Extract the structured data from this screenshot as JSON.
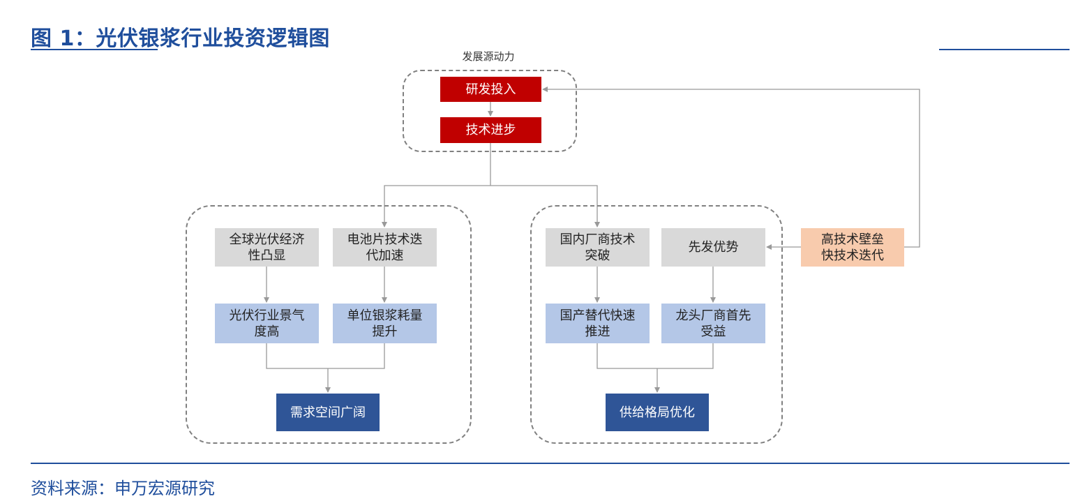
{
  "figure": {
    "title": "图 1：光伏银浆行业投资逻辑图",
    "source": "资料来源：申万宏源研究"
  },
  "colors": {
    "accent_blue": "#1f4e9c",
    "red_box": "#c00000",
    "gray_box": "#d9d9d9",
    "light_blue_box": "#b4c7e7",
    "dark_blue_box": "#2f5597",
    "peach_box": "#f8cbad",
    "connector": "#999999",
    "dashed_border": "#808080"
  },
  "diagram": {
    "top_group_label": "发展源动力",
    "nodes": {
      "rd_investment": "研发投入",
      "tech_progress": "技术进步",
      "global_pv_econ": "全球光伏经济性凸显",
      "cell_tech_iter": "电池片技术迭代加速",
      "pv_prosperity": "光伏行业景气度高",
      "silver_paste_use": "单位银浆耗量提升",
      "demand_space": "需求空间广阔",
      "domestic_breakthrough": "国内厂商技术突破",
      "first_mover": "先发优势",
      "import_substitution": "国产替代快速推进",
      "leaders_benefit": "龙头厂商首先受益",
      "supply_optimization": "供给格局优化",
      "high_barrier_fast_iter": "高技术壁垒快技术迭代"
    }
  }
}
